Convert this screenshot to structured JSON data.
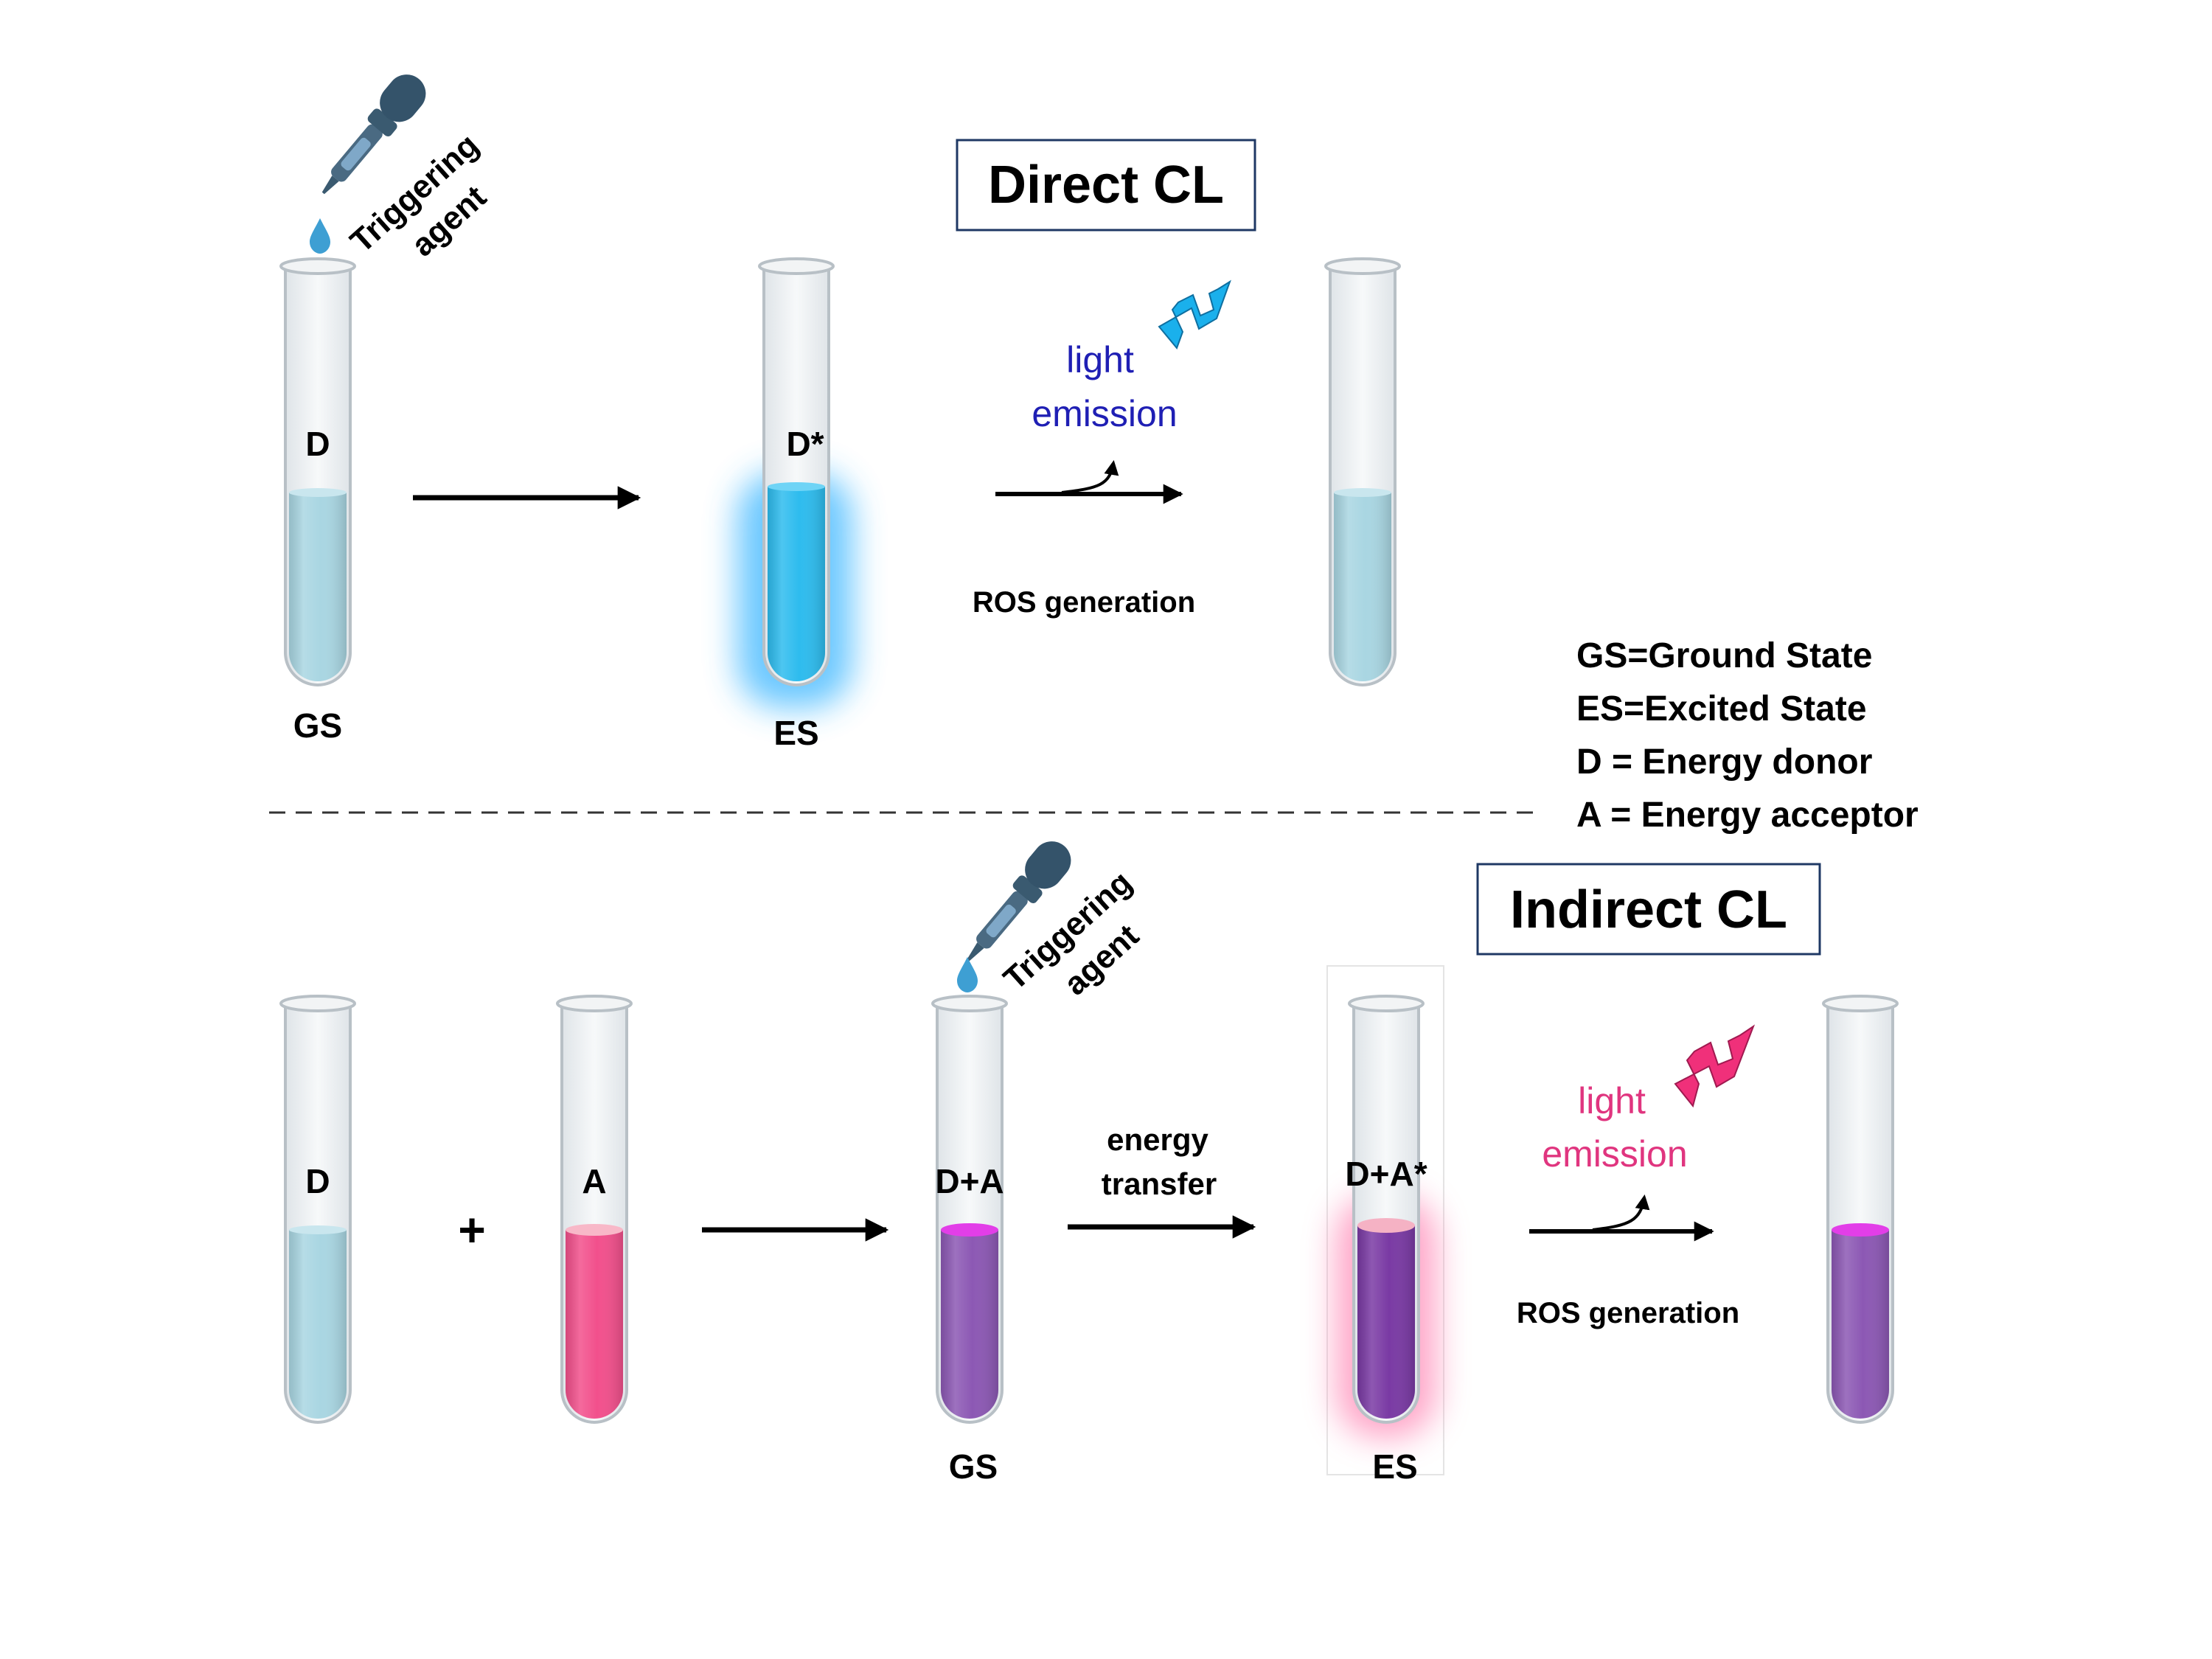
{
  "direct": {
    "title": "Direct CL",
    "trigger_line1": "Triggering",
    "trigger_line2": "agent",
    "tube_D": "D",
    "tube_Dstar": "D*",
    "state_GS": "GS",
    "state_ES": "ES",
    "light_line1": "light",
    "light_line2": "emission",
    "ros": "ROS generation"
  },
  "legend": {
    "gs": "GS=Ground State",
    "es": "ES=Excited State",
    "d": "D = Energy donor",
    "a": "A = Energy acceptor"
  },
  "indirect": {
    "title": "Indirect CL",
    "trigger_line1": "Triggering",
    "trigger_line2": "agent",
    "tube_D": "D",
    "plus": "+",
    "tube_A": "A",
    "tube_DA": "D+A",
    "tube_DAstar": "D+A*",
    "state_GS": "GS",
    "state_ES": "ES",
    "energy_line1": "energy",
    "energy_line2": "transfer",
    "light_line1": "light",
    "light_line2": "emission",
    "ros": "ROS generation"
  },
  "colors": {
    "ground_liquid": "#a9d6e2",
    "excited_liquid": "#2ebcee",
    "acceptor_liquid": "#f2508c",
    "mixture_liquid": "#8c58b4",
    "mixture_surface": "#e23ee8",
    "blue_text": "#1f1fb4",
    "pink_text": "#e0357f",
    "blue_bolt": "#1ab0ec",
    "pink_bolt": "#f0307a",
    "dropper": "#3a5a70"
  },
  "icons": [
    "dropper-icon",
    "droplet-icon",
    "lightning-bolt-icon",
    "test-tube-icon",
    "arrow-icon"
  ]
}
